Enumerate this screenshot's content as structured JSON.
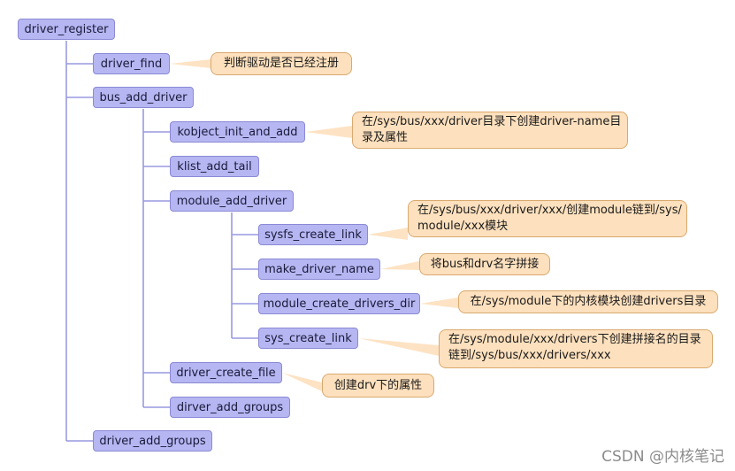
{
  "nodes": {
    "driver_register": "driver_register",
    "driver_find": "driver_find",
    "bus_add_driver": "bus_add_driver",
    "kobject_init_and_add": "kobject_init_and_add",
    "klist_add_tail": "klist_add_tail",
    "module_add_driver": "module_add_driver",
    "sysfs_create_link": "sysfs_create_link",
    "make_driver_name": "make_driver_name",
    "module_create_drivers_dir": "module_create_drivers_dir",
    "sys_create_link": "sys_create_link",
    "driver_create_file": "driver_create_file",
    "dirver_add_groups": "dirver_add_groups",
    "driver_add_groups": "driver_add_groups"
  },
  "notes": {
    "driver_find": "判断驱动是否已经注册",
    "kobject_line1": "在/sys/bus/xxx/driver目录下创建driver-name目",
    "kobject_line2": "录及属性",
    "sysfs_line1": "在/sys/bus/xxx/driver/xxx/创建module链到/sys/",
    "sysfs_line2": "module/xxx模块",
    "make_driver_name": "将bus和drv名字拼接",
    "module_create_drivers_dir": "在/sys/module下的内核模块创建drivers目录",
    "sys_line1": "在/sys/module/xxx/drivers下创建拼接名的目录",
    "sys_line2": "链到/sys/bus/xxx/drivers/xxx",
    "driver_create_file": "创建drv下的属性"
  },
  "watermark": "CSDN @内核笔记",
  "colors": {
    "node_fill": "#b6b6f2",
    "node_border": "#8a8ad6",
    "note_fill": "#fde0bd",
    "note_border": "#d9a96f",
    "connector": "#9999e0"
  }
}
